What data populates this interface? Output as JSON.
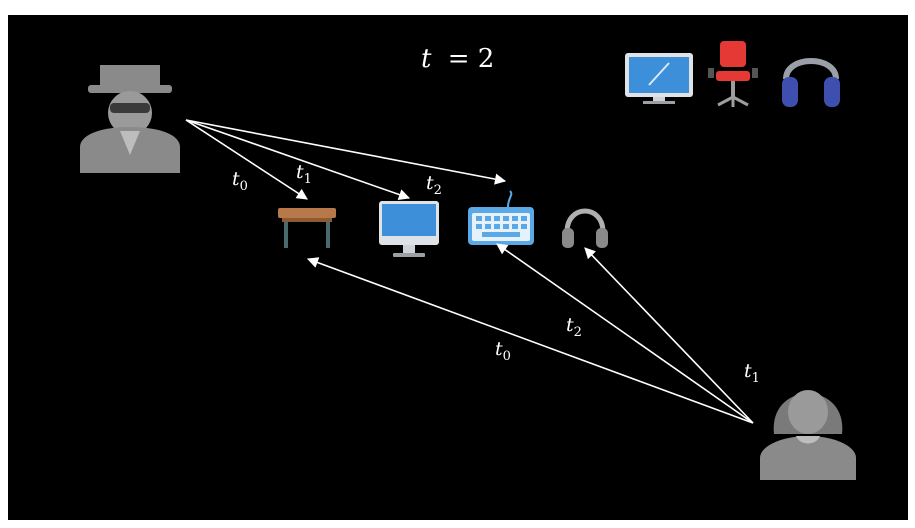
{
  "slide": {
    "time_label": {
      "var": "t",
      "eq": "= 2"
    },
    "colors": {
      "background": "#000000",
      "arrow": "#ffffff",
      "avatar": "#8a8a8a",
      "monitor_screen": "#3c8fd8",
      "chair_red": "#e53935",
      "headphones_blue": "#3f4fb0",
      "table_wood": "#b8794a",
      "keyboard_blue": "#5aa8e6"
    },
    "legend_icons": [
      "monitor-icon",
      "office-chair-icon",
      "headphones-icon"
    ],
    "items": [
      "table-icon",
      "monitor-icon",
      "keyboard-icon",
      "headphones-icon"
    ],
    "actors": [
      "hacker-avatar-icon",
      "woman-avatar-icon"
    ],
    "hacker_edges": [
      {
        "target": "table-icon",
        "label": {
          "var": "t",
          "sub": "0"
        }
      },
      {
        "target": "monitor-icon",
        "label": {
          "var": "t",
          "sub": "1"
        }
      },
      {
        "target": "keyboard-icon",
        "label": {
          "var": "t",
          "sub": "2"
        }
      }
    ],
    "woman_edges": [
      {
        "target": "table-icon",
        "label": {
          "var": "t",
          "sub": "0"
        }
      },
      {
        "target": "headphones-icon",
        "label": {
          "var": "t",
          "sub": "1"
        }
      },
      {
        "target": "keyboard-icon",
        "label": {
          "var": "t",
          "sub": "2"
        }
      }
    ]
  }
}
